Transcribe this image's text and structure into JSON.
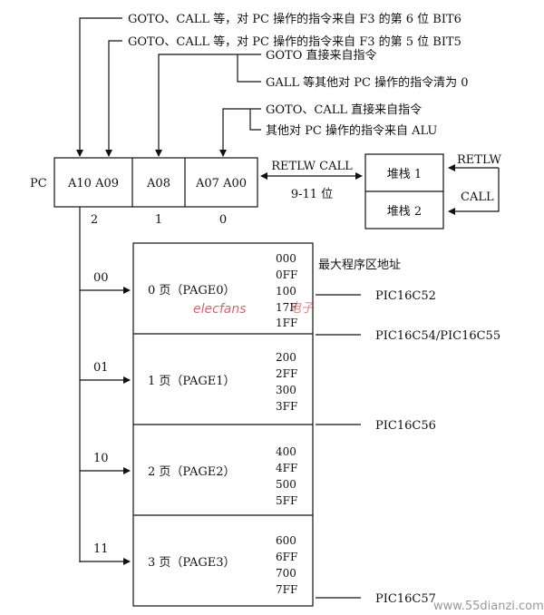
{
  "annotations": {
    "bit6": "GOTO、CALL 等，对 PC 操作的指令来自 F3 的第 6 位 BIT6",
    "bit5": "GOTO、CALL 等，对 PC 操作的指令来自 F3 的第 5 位 BIT5",
    "a08_goto": "GOTO 直接来自指令",
    "a08_other": "GALL 等其他对 PC 操作的指令清为 0",
    "low_goto": "GOTO、CALL 直接来自指令",
    "low_alu": "其他对 PC 操作的指令来自 ALU"
  },
  "pc": {
    "label": "PC",
    "cells": [
      "A10 A09",
      "A08",
      "A07 A00"
    ],
    "index": [
      "2",
      "1",
      "0"
    ]
  },
  "stack": {
    "link_label": "RETLW CALL",
    "width_label": "9-11 位",
    "levels": [
      "堆栈 1",
      "堆栈 2"
    ],
    "retlw": "RETLW",
    "call": "CALL"
  },
  "memory": {
    "max_label": "最大程序区地址",
    "pages": [
      {
        "sel": "00",
        "name": "0 页（PAGE0）",
        "addrs": [
          "000",
          "0FF",
          "100",
          "17F",
          "1FF"
        ]
      },
      {
        "sel": "01",
        "name": "1 页（PAGE1）",
        "addrs": [
          "200",
          "2FF",
          "300",
          "3FF"
        ]
      },
      {
        "sel": "10",
        "name": "2 页（PAGE2）",
        "addrs": [
          "400",
          "4FF",
          "500",
          "5FF"
        ]
      },
      {
        "sel": "11",
        "name": "3 页（PAGE3）",
        "addrs": [
          "600",
          "6FF",
          "700",
          "7FF"
        ]
      }
    ],
    "chips": [
      "PIC16C52",
      "PIC16C54/PIC16C55",
      "PIC16C56",
      "PIC16C57"
    ]
  },
  "watermark": {
    "logo": "elecfans",
    "brand": "电子",
    "url": "www.55dianzi.com"
  }
}
